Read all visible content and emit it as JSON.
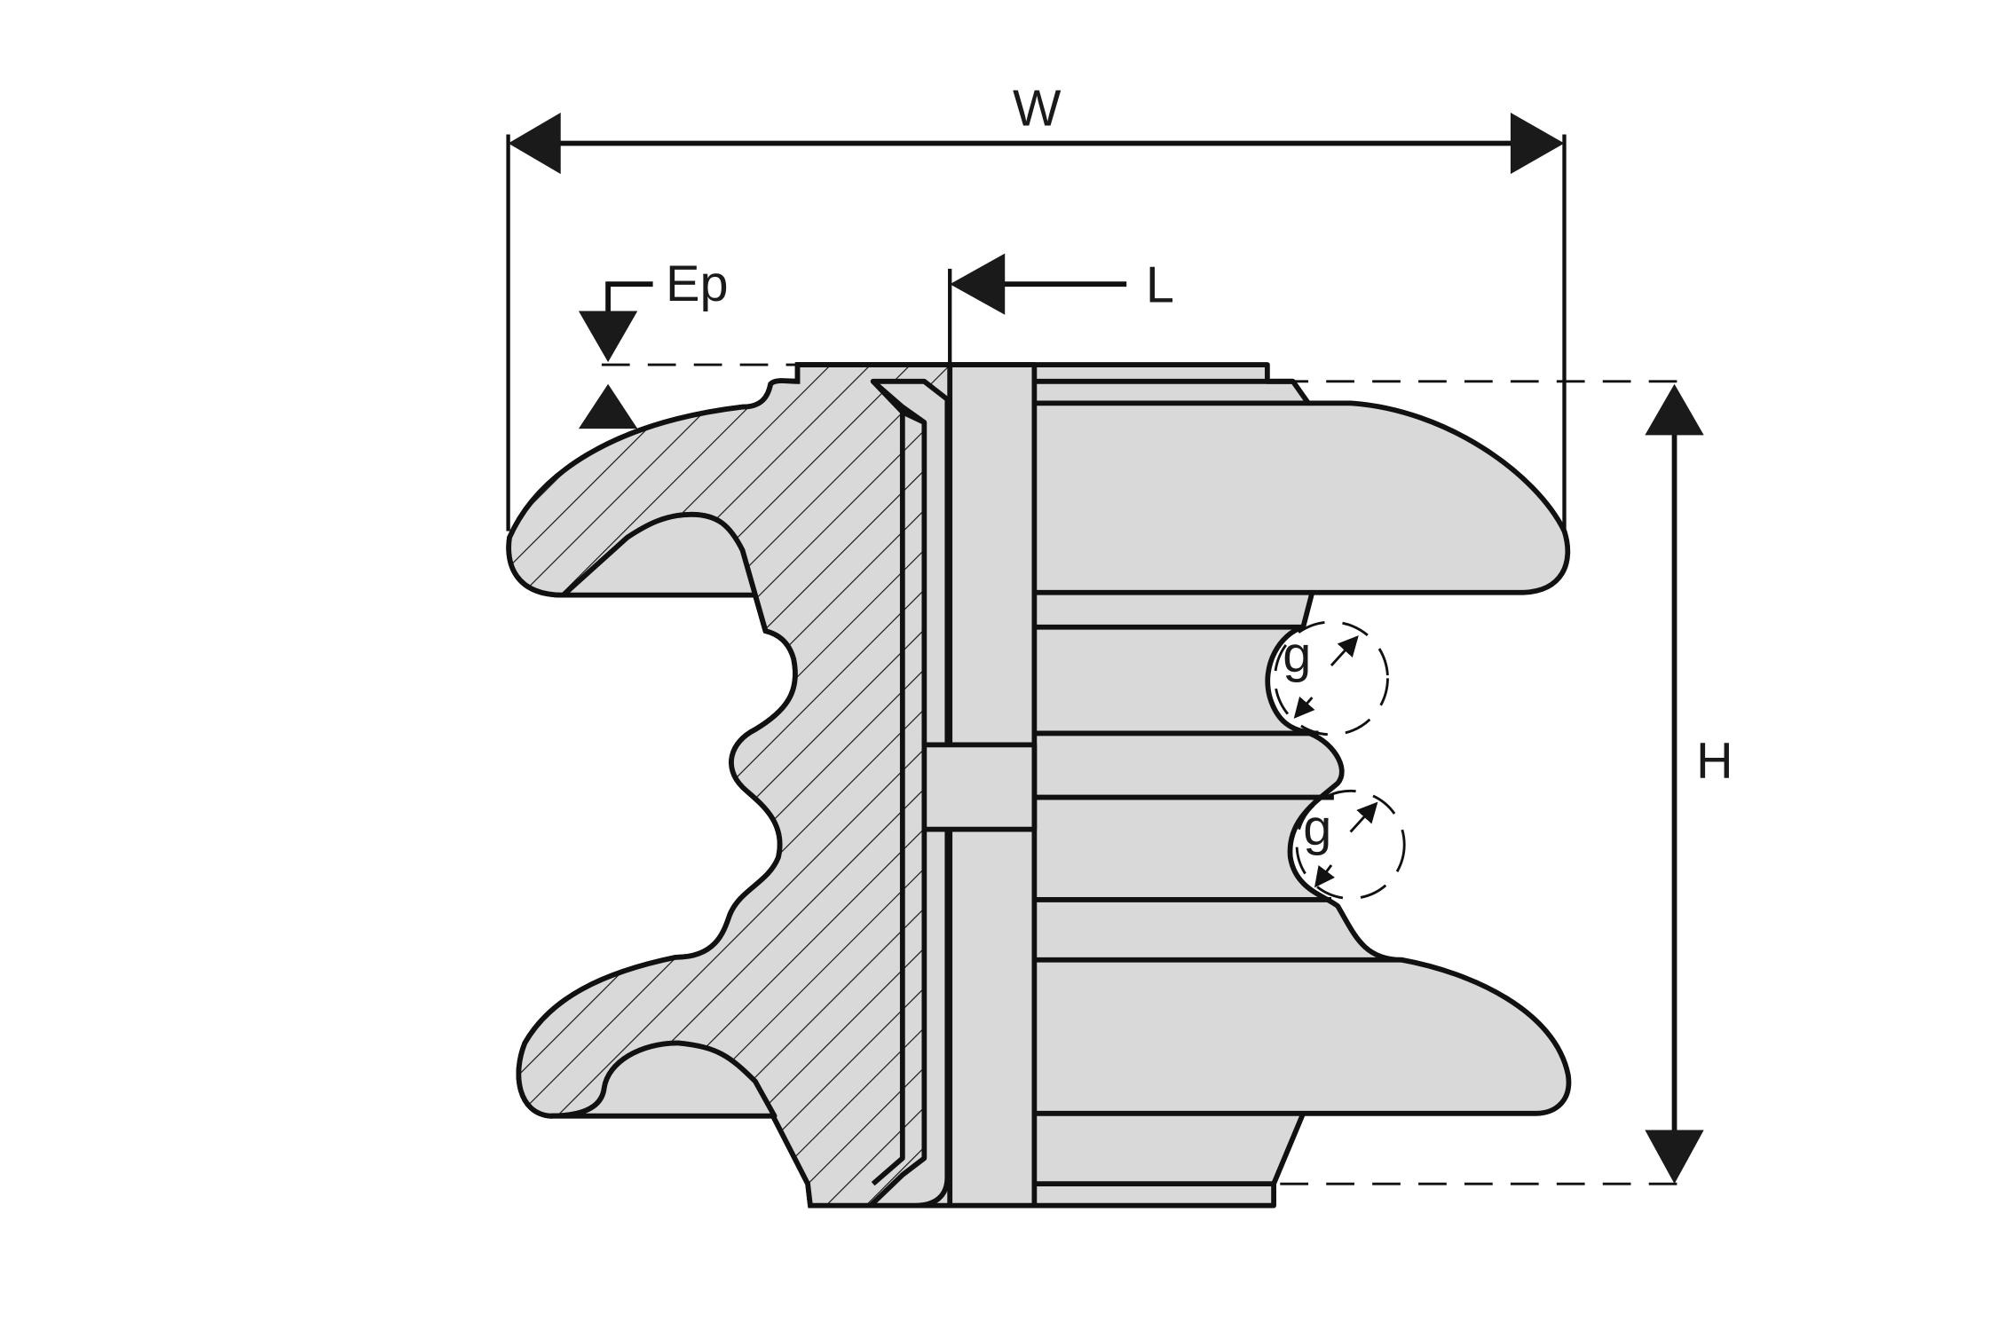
{
  "labels": {
    "width": "W",
    "thickness": "Ep",
    "length": "L",
    "height": "H",
    "gap_upper": "g",
    "gap_lower": "g"
  },
  "colors": {
    "body_fill": "#d9d9d9",
    "line": "#111111"
  }
}
